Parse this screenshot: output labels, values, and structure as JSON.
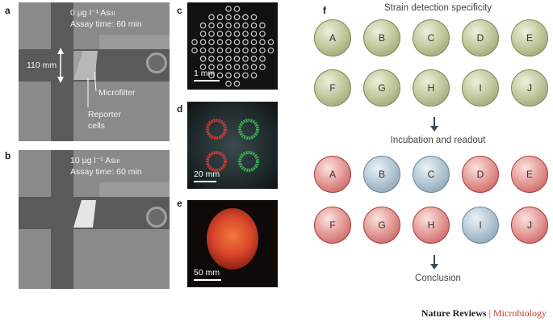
{
  "panel_labels": {
    "a": "a",
    "b": "b",
    "c": "c",
    "d": "d",
    "e": "e",
    "f": "f"
  },
  "panel_a": {
    "line1": "0 µg l⁻¹ As",
    "line1_sub": "III",
    "line2": "Assay time: 60 min",
    "measure": "110 mm",
    "microfilter": "Microfilter",
    "reporter": "Reporter",
    "cells": "cells"
  },
  "panel_b": {
    "line1": "10 µg l⁻¹ As",
    "line1_sub": "III",
    "line2": "Assay time: 60 min"
  },
  "panel_c": {
    "scale": "1 mm"
  },
  "panel_d": {
    "scale": "20 mm"
  },
  "panel_e": {
    "scale": "50 mm"
  },
  "panel_f": {
    "title": "Strain detection specificity",
    "step": "Incubation and readout",
    "conclusion": "Conclusion",
    "top_rows": [
      [
        {
          "label": "A",
          "color": "green"
        },
        {
          "label": "B",
          "color": "green"
        },
        {
          "label": "C",
          "color": "green"
        },
        {
          "label": "D",
          "color": "green"
        },
        {
          "label": "E",
          "color": "green"
        }
      ],
      [
        {
          "label": "F",
          "color": "green"
        },
        {
          "label": "G",
          "color": "green"
        },
        {
          "label": "H",
          "color": "green"
        },
        {
          "label": "I",
          "color": "green"
        },
        {
          "label": "J",
          "color": "green"
        }
      ]
    ],
    "bottom_rows": [
      [
        {
          "label": "A",
          "color": "red"
        },
        {
          "label": "B",
          "color": "blue"
        },
        {
          "label": "C",
          "color": "blue"
        },
        {
          "label": "D",
          "color": "red"
        },
        {
          "label": "E",
          "color": "red"
        }
      ],
      [
        {
          "label": "F",
          "color": "red"
        },
        {
          "label": "G",
          "color": "red"
        },
        {
          "label": "H",
          "color": "red"
        },
        {
          "label": "I",
          "color": "blue"
        },
        {
          "label": "J",
          "color": "red"
        }
      ]
    ]
  },
  "footer": {
    "journal": "Nature Reviews",
    "separator": "|",
    "section": "Microbiology"
  },
  "colors": {
    "green": "#c5cba2",
    "red": "#e59f9b",
    "blue": "#b8c9d6",
    "accent": "#c0392b"
  }
}
